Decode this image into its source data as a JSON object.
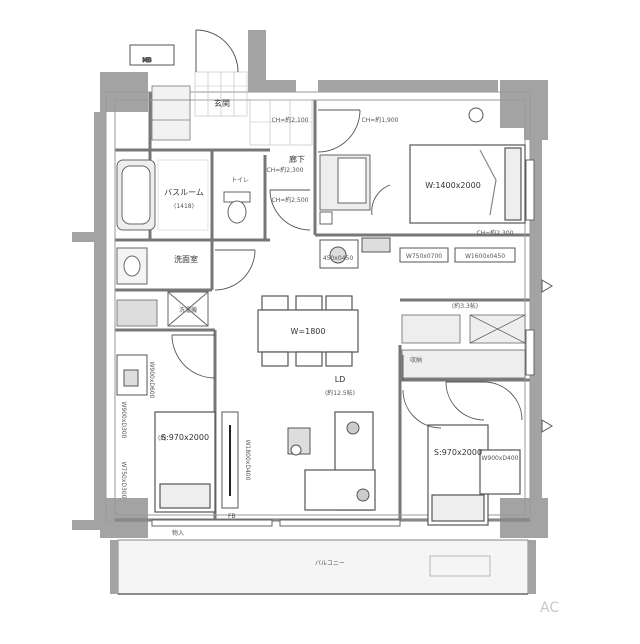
{
  "rooms": {
    "genkan": "玄関",
    "rouka": "廊下",
    "bathroom": "バスルーム",
    "bathroom_size": "(1418)",
    "toilet": "トイレ",
    "washroom": "洗面室",
    "laundry": "洗濯機",
    "ld": "LD",
    "ld_size": "(約12.5帖)",
    "room_small": "(約3.3帖)",
    "storage": "収納",
    "balcony": "バルコニー",
    "stock": "物入",
    "fb": "FB"
  },
  "furniture": {
    "table": "W=1800",
    "bed_master": "W:1400x2000",
    "bed_left": "S:970x2000",
    "bed_right": "S:970x2000",
    "left_room_label": "(約",
    "tv": "W1800xD400",
    "desk_left_a": "W900xD600",
    "desk_left_b": "W900xD300",
    "desk_left_c": "W750xD300",
    "desk_right": "W900xD400",
    "chair_450": "450x0450",
    "desk_750": "W750x0700",
    "shelf_1600": "W1600x0450"
  },
  "ceiling": {
    "c1": "CH=約2,100",
    "c2": "CH=約1,900",
    "c3": "CH=約2,300",
    "c4": "CH=約2,500",
    "c5": "CH=約2,300"
  },
  "watermark": "AC"
}
